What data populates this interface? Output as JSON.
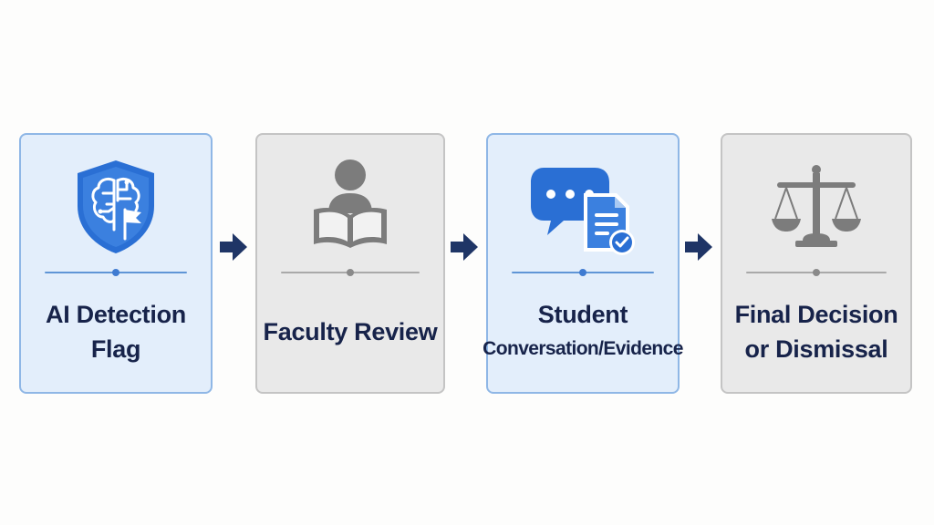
{
  "steps": [
    {
      "id": "ai-detection-flag",
      "lines": [
        "AI Detection",
        "Flag"
      ],
      "icon": "shield-brain-flag-icon",
      "style": "blue"
    },
    {
      "id": "faculty-review",
      "lines": [
        "Faculty Review"
      ],
      "icon": "person-reading-book-icon",
      "style": "gray"
    },
    {
      "id": "student-conversation",
      "lines": [
        "Student",
        "Conversation/Evidence"
      ],
      "icon": "chat-document-check-icon",
      "style": "blue"
    },
    {
      "id": "final-decision",
      "lines": [
        "Final Decision",
        "or Dismissal"
      ],
      "icon": "scales-of-justice-icon",
      "style": "gray"
    }
  ],
  "colors": {
    "card_blue_bg": "#e3eefb",
    "card_blue_border": "#8fb7e6",
    "card_gray_bg": "#e9e9e9",
    "card_gray_border": "#c4c4c4",
    "icon_blue": "#2a6fd4",
    "icon_gray": "#7c7c7c",
    "text": "#17234a",
    "arrow": "#1f3566"
  }
}
